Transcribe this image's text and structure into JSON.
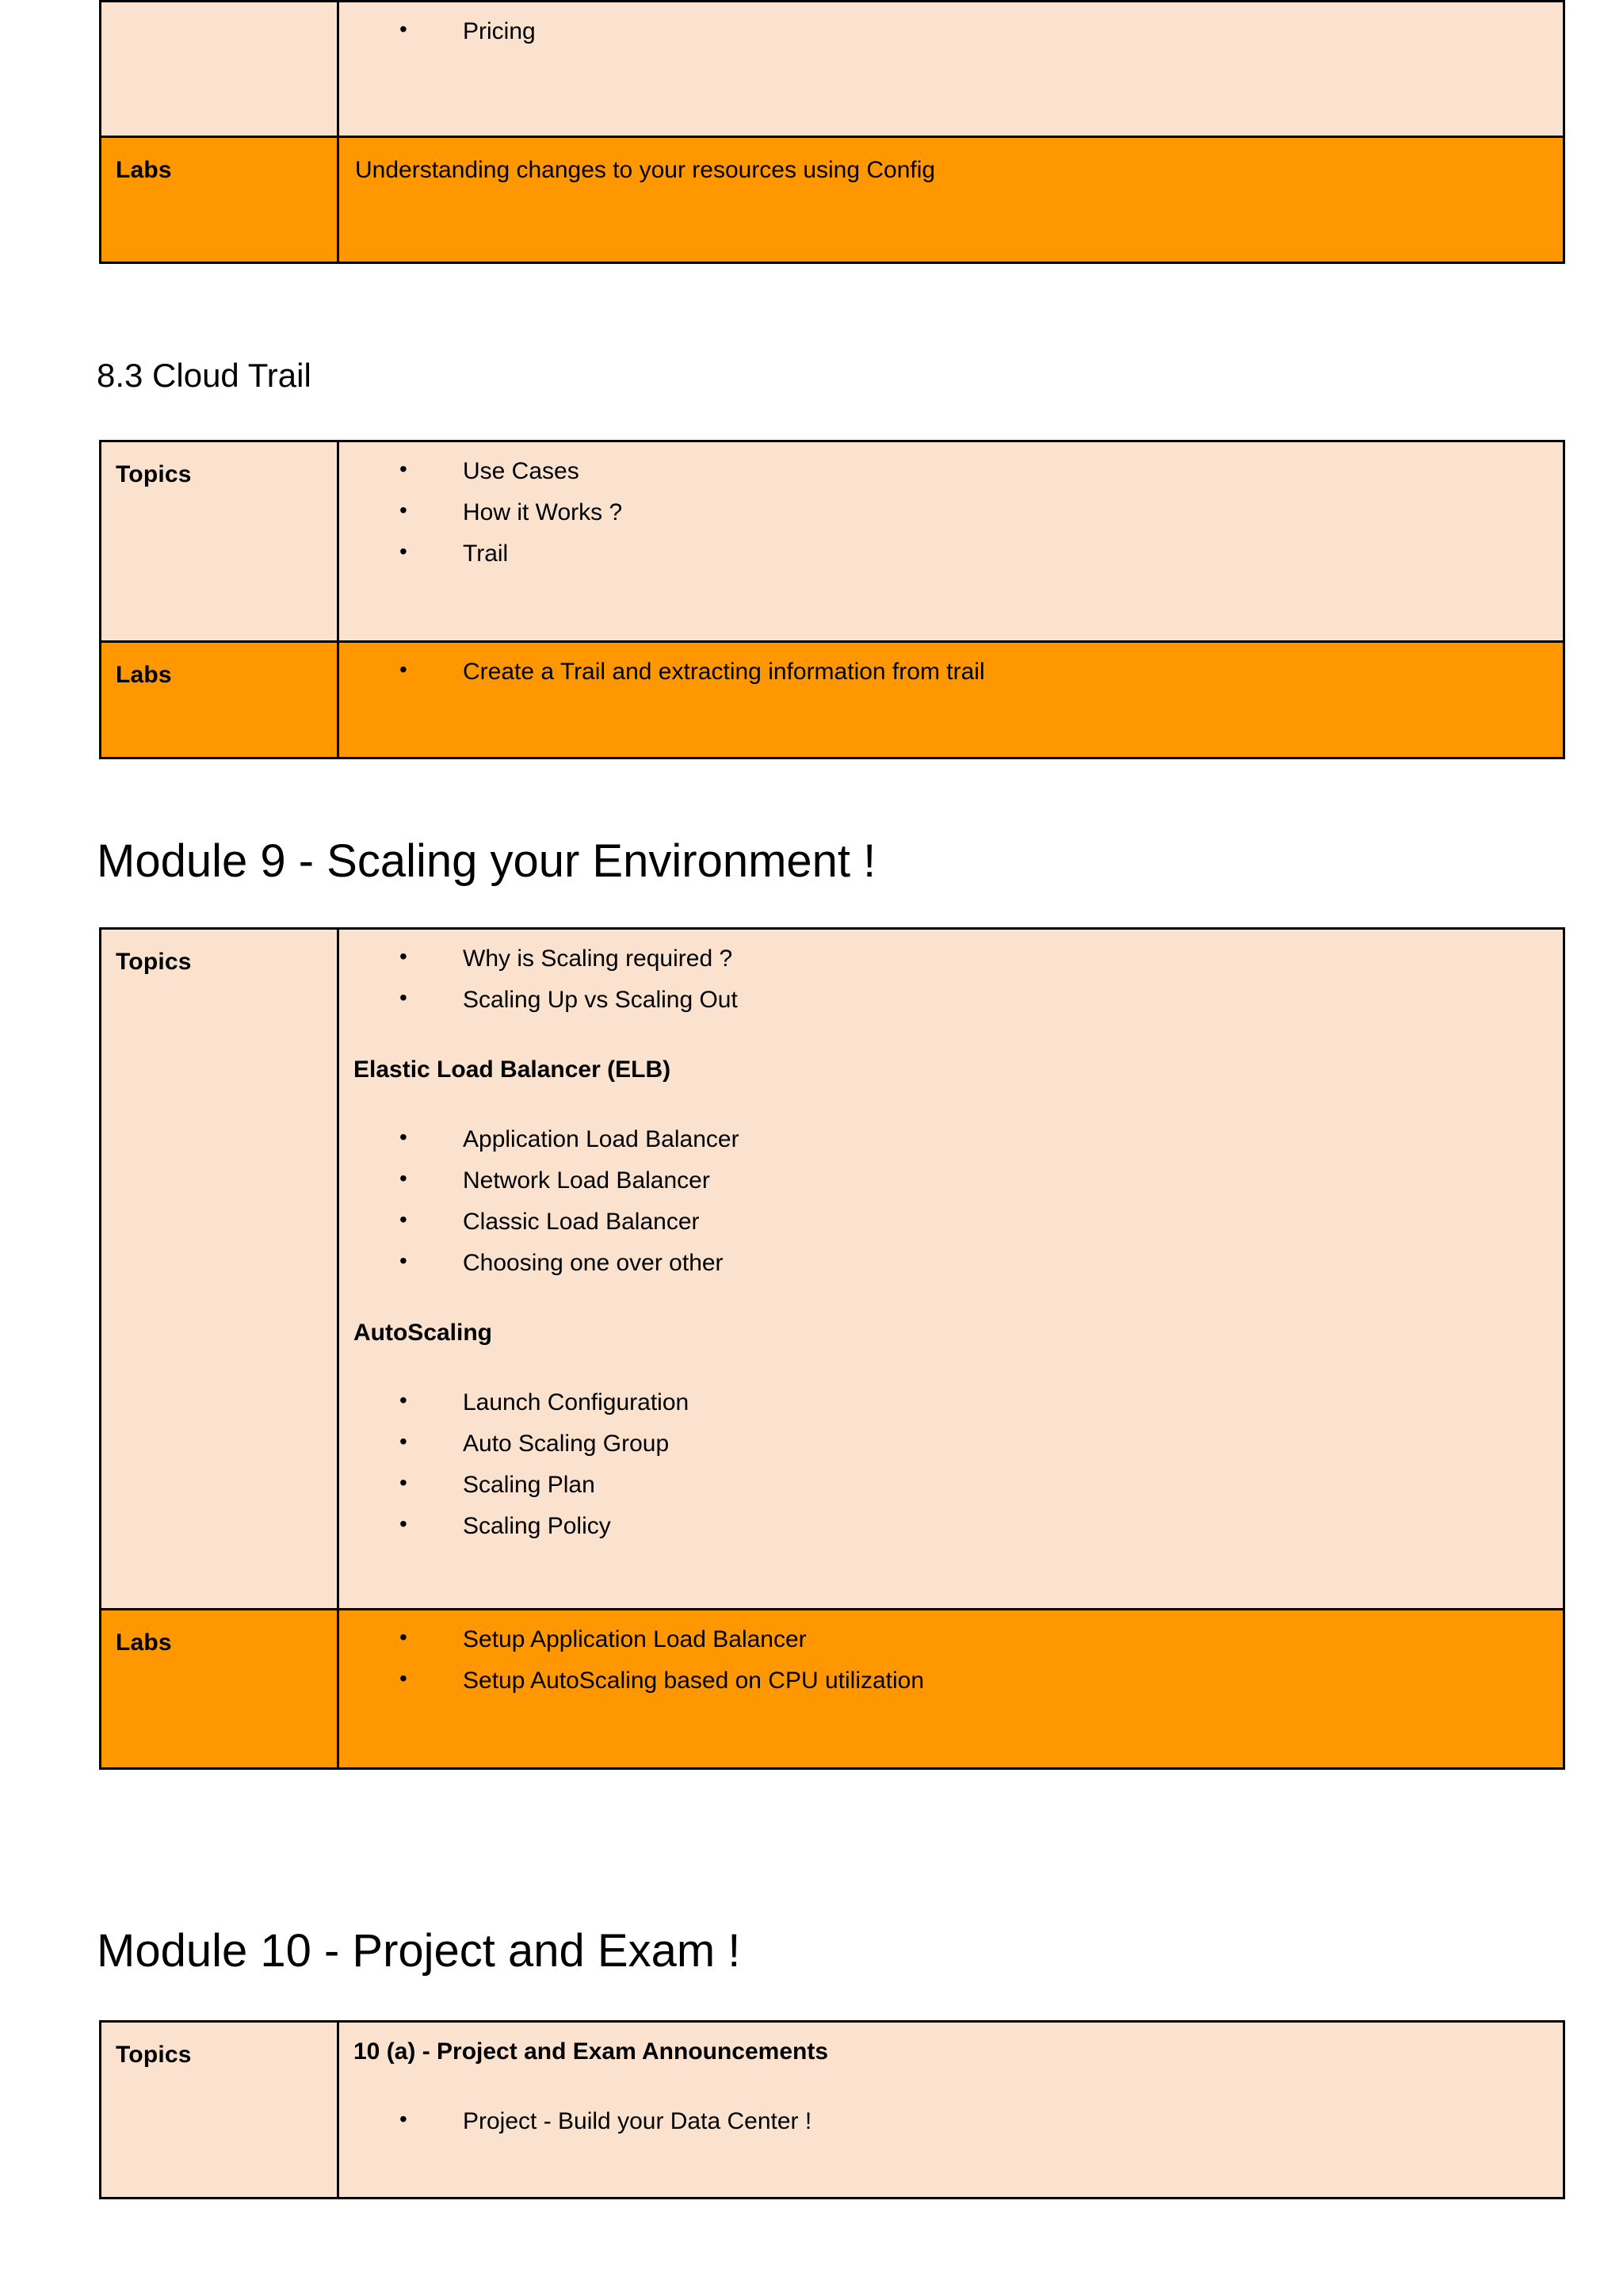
{
  "document": {
    "bullet_glyph": "•",
    "colors": {
      "topics_bg": "#FBE2CF",
      "labs_bg": "#FF9800",
      "border": "#000000",
      "text": "#000000",
      "page_bg": "#FFFFFF"
    }
  },
  "config_table": {
    "topics_row": {
      "label": "",
      "bullets": [
        "Pricing"
      ]
    },
    "labs_row": {
      "label": "Labs",
      "text": "Understanding changes to your resources using Config"
    }
  },
  "cloudtrail_section": {
    "heading": "8.3 Cloud Trail",
    "topics_row": {
      "label": "Topics",
      "bullets": [
        "Use Cases",
        "How it Works ?",
        "Trail"
      ]
    },
    "labs_row": {
      "label": "Labs",
      "bullets": [
        "Create a Trail and extracting information from trail"
      ]
    }
  },
  "module9": {
    "heading": "Module 9 - Scaling your Environment !",
    "topics_row": {
      "label": "Topics",
      "intro_bullets": [
        "Why is Scaling required ?",
        "Scaling Up vs Scaling Out"
      ],
      "group1_heading": "Elastic Load Balancer (ELB)",
      "group1_bullets": [
        "Application Load Balancer",
        "Network Load Balancer",
        "Classic Load Balancer",
        "Choosing one over other"
      ],
      "group2_heading": "AutoScaling",
      "group2_bullets": [
        "Launch Configuration",
        "Auto Scaling Group",
        "Scaling Plan",
        "Scaling Policy"
      ]
    },
    "labs_row": {
      "label": "Labs",
      "bullets": [
        "Setup Application Load Balancer",
        "Setup AutoScaling based on CPU utilization"
      ]
    }
  },
  "module10": {
    "heading": "Module 10 - Project and Exam !",
    "topics_row": {
      "label": "Topics",
      "sub_heading": "10 (a) - Project and Exam Announcements",
      "bullets": [
        "Project - Build your Data Center !"
      ]
    }
  }
}
